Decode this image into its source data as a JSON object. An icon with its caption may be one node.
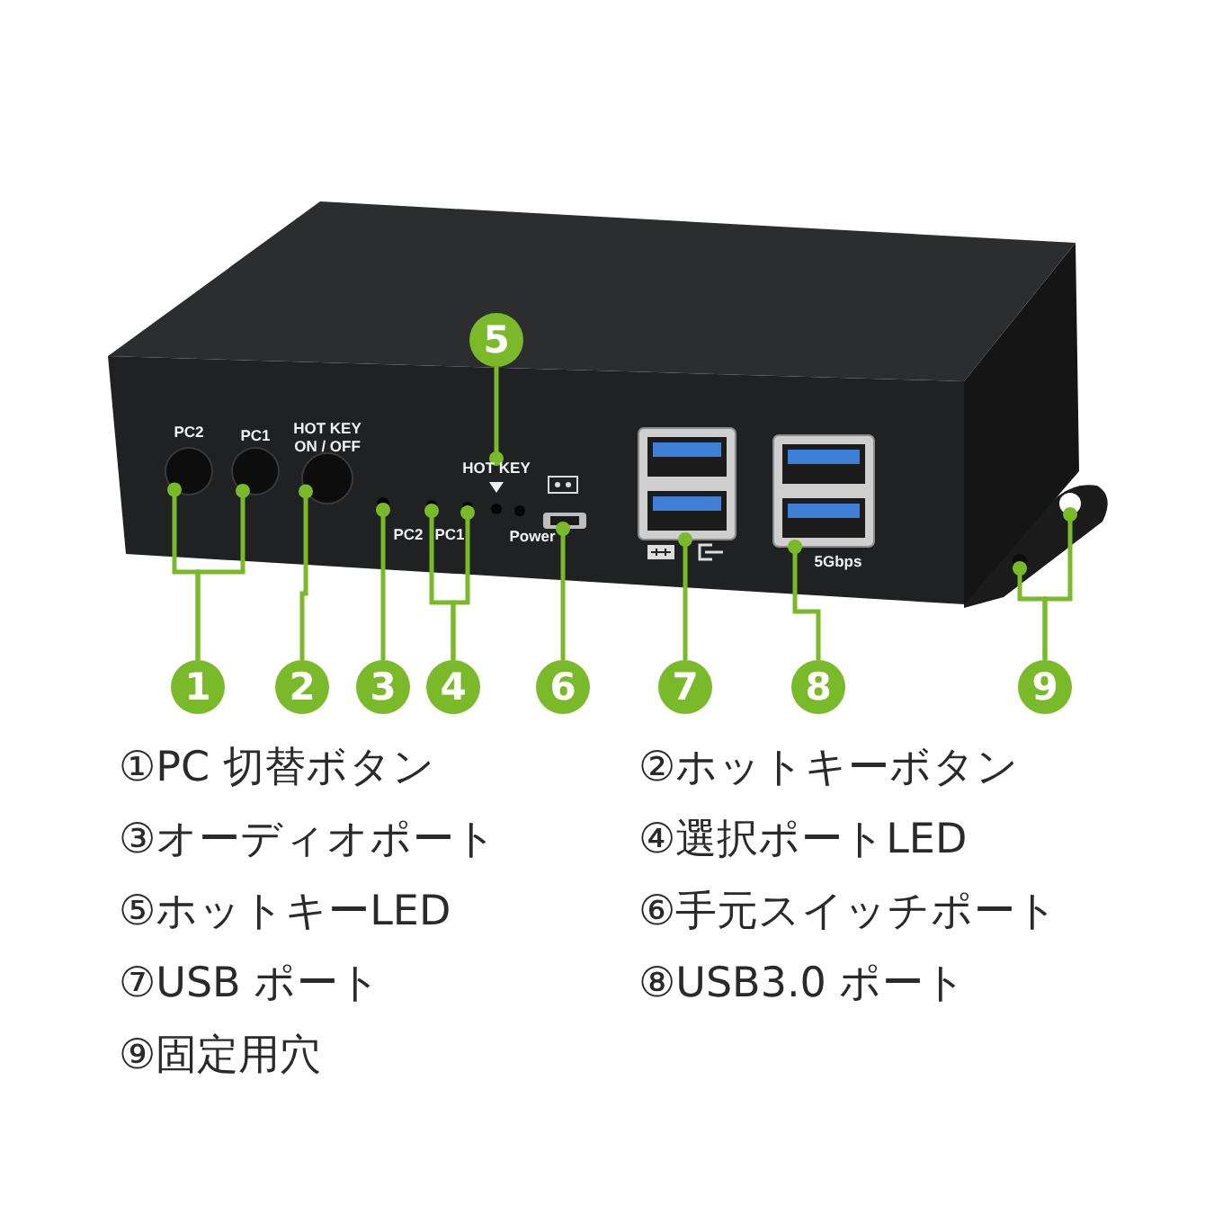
{
  "diagram": {
    "nodes": [
      {
        "text": [
          "5"
        ]
      },
      {
        "text": [
          "1"
        ]
      },
      {
        "text": [
          "2"
        ]
      },
      {
        "text": [
          "3"
        ]
      },
      {
        "text": [
          "4"
        ]
      },
      {
        "text": [
          "6"
        ]
      },
      {
        "text": [
          "7"
        ]
      },
      {
        "text": [
          "8"
        ]
      },
      {
        "text": [
          "9"
        ]
      },
      {
        "text": [],
        "shape": "circle"
      },
      {
        "text": [],
        "shape": "circle"
      },
      {
        "text": [],
        "shape": "circle"
      },
      {
        "text": [],
        "shape": "circle"
      },
      {
        "text": [],
        "shape": "circle"
      },
      {
        "text": [],
        "shape": "circle"
      },
      {
        "text": [],
        "shape": "box"
      },
      {
        "text": [],
        "shape": "box"
      },
      {
        "text": [],
        "shape": "box",
        "beside": [
          "5Gbps"
        ]
      },
      {
        "text": [],
        "shape": "circle"
      },
      {
        "text": [],
        "shape": "circle"
      },
      {
        "text": [
          "HOT KEY"
        ]
      }
    ],
    "edges": [
      {
        "from": 1,
        "to": 9,
        "arrow": "other"
      },
      {
        "from": 1,
        "to": 10,
        "arrow": "other"
      },
      {
        "from": 2,
        "to": 11,
        "arrow": "other"
      },
      {
        "from": 3,
        "to": 12,
        "arrow": "other"
      },
      {
        "from": 4,
        "to": 13,
        "arrow": "other"
      },
      {
        "from": 4,
        "to": 14,
        "arrow": "other"
      },
      {
        "from": 0,
        "to": 20,
        "arrow": "other"
      },
      {
        "from": 5,
        "to": 15,
        "arrow": "other"
      },
      {
        "from": 6,
        "to": 16,
        "arrow": "other"
      },
      {
        "from": 7,
        "to": 17,
        "arrow": "other"
      },
      {
        "from": 8,
        "to": 18,
        "arrow": "other"
      },
      {
        "from": 8,
        "to": 19,
        "arrow": "other"
      }
    ],
    "labels": [
      "PC2",
      "PC1",
      "HOT KEY ON / OFF",
      "PC2",
      "PC1",
      "Power",
      "①PC 切替ボタン",
      "②ホットキーボタン",
      "③オーディオポート",
      "④選択ポートLED",
      "⑤ホットキーLED",
      "⑥手元スイッチポート",
      "⑦USB ポート",
      "⑧USB3.0 ポート",
      "⑨固定用穴"
    ]
  }
}
